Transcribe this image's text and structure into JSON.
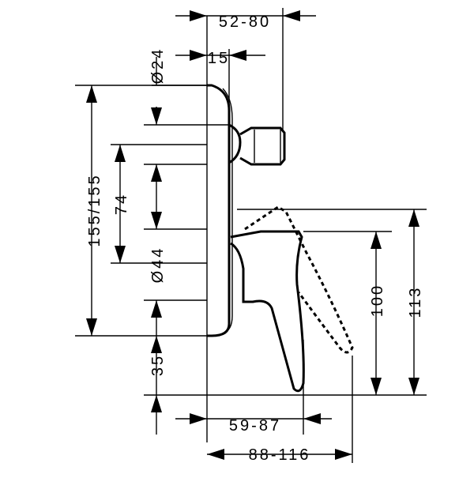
{
  "dimensions": {
    "top_range": "52-80",
    "depth_small": "15",
    "dia_top": "Ø24",
    "total_height": "155/155",
    "spindle_spacing": "74",
    "dia_bottom": "Ø44",
    "bottom_offset": "35",
    "lever_depth": "59-87",
    "total_depth": "88-116",
    "lever_height": "100",
    "total_lever_height": "113"
  }
}
